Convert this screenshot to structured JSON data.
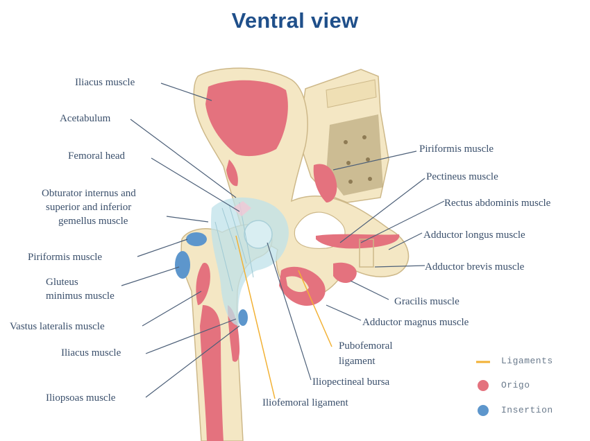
{
  "title": "Ventral view",
  "labels_left": {
    "iliacus_top": "Iliacus muscle",
    "acetabulum": "Acetabulum",
    "femoral_head": "Femoral head",
    "obturator_line1": "Obturator internus and",
    "obturator_line2": "superior and inferior",
    "obturator_line3": "gemellus muscle",
    "piriformis_left": "Piriformis muscle",
    "gluteus_line1": "Gluteus",
    "gluteus_line2": "minimus muscle",
    "vastus": "Vastus lateralis muscle",
    "iliacus_bottom": "Iliacus muscle",
    "iliopsoas": "Iliopsoas muscle"
  },
  "labels_right": {
    "piriformis_right": "Piriformis muscle",
    "pectineus": "Pectineus muscle",
    "rectus": "Rectus abdominis muscle",
    "adductor_longus": "Adductor longus muscle",
    "adductor_brevis": "Adductor brevis muscle",
    "gracilis": "Gracilis muscle",
    "adductor_magnus": "Adductor magnus muscle",
    "pubofemoral_line1": "Pubofemoral",
    "pubofemoral_line2": "ligament",
    "iliopectineal": "Iliopectineal bursa",
    "iliofemoral": "Iliofemoral ligament"
  },
  "legend": {
    "ligaments": "Ligaments",
    "origo": "Origo",
    "insertion": "Insertion"
  },
  "colors": {
    "title": "#1f4f8a",
    "bone": "#f4e7c4",
    "bone_outline": "#cdb889",
    "origo": "#e4727e",
    "insertion": "#5d96cc",
    "ligament": "#f2b134",
    "capsule": "#bfe1ea"
  }
}
